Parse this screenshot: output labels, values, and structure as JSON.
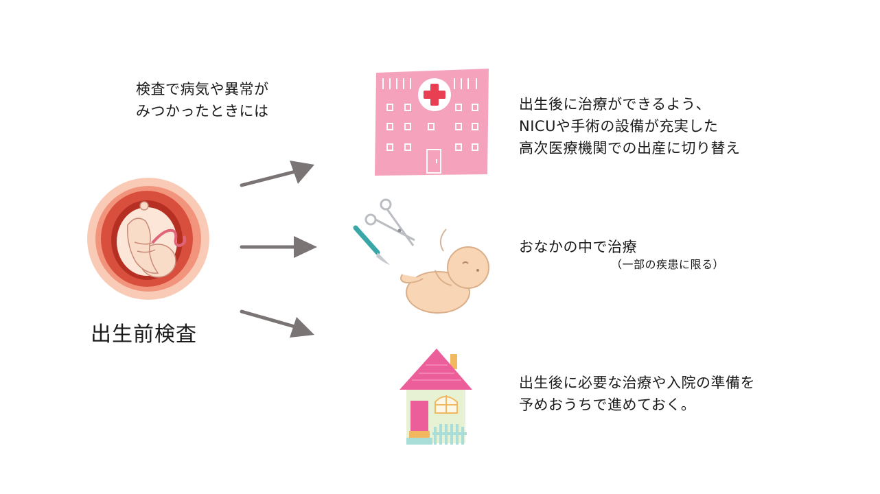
{
  "diagram": {
    "intro": {
      "line1": "検査で病気や異常が",
      "line2": "みつかったときには"
    },
    "source_label": "出生前検査",
    "options": [
      {
        "line1": "出生後に治療ができるよう、",
        "line2": "NICUや手術の設備が充実した",
        "line3": "高次医療機関での出産に切り替え"
      },
      {
        "line1": "おなかの中で治療",
        "note": "（一部の疾患に限る）"
      },
      {
        "line1": "出生後に必要な治療や入院の準備を",
        "line2": "予めおうちで進めておく。"
      }
    ],
    "colors": {
      "arrow": "#7a7574",
      "hospital": "#f5a3bd",
      "hospital_cross": "#e84052",
      "womb_outer": "#f7c2ad",
      "womb_inner": "#d8503d",
      "baby_skin": "#f8dcc8",
      "house_roof": "#ec5e9a",
      "house_wall": "#e7f2d4",
      "house_fence": "#a9ddd8",
      "scalpel": "#39a7a8"
    }
  }
}
